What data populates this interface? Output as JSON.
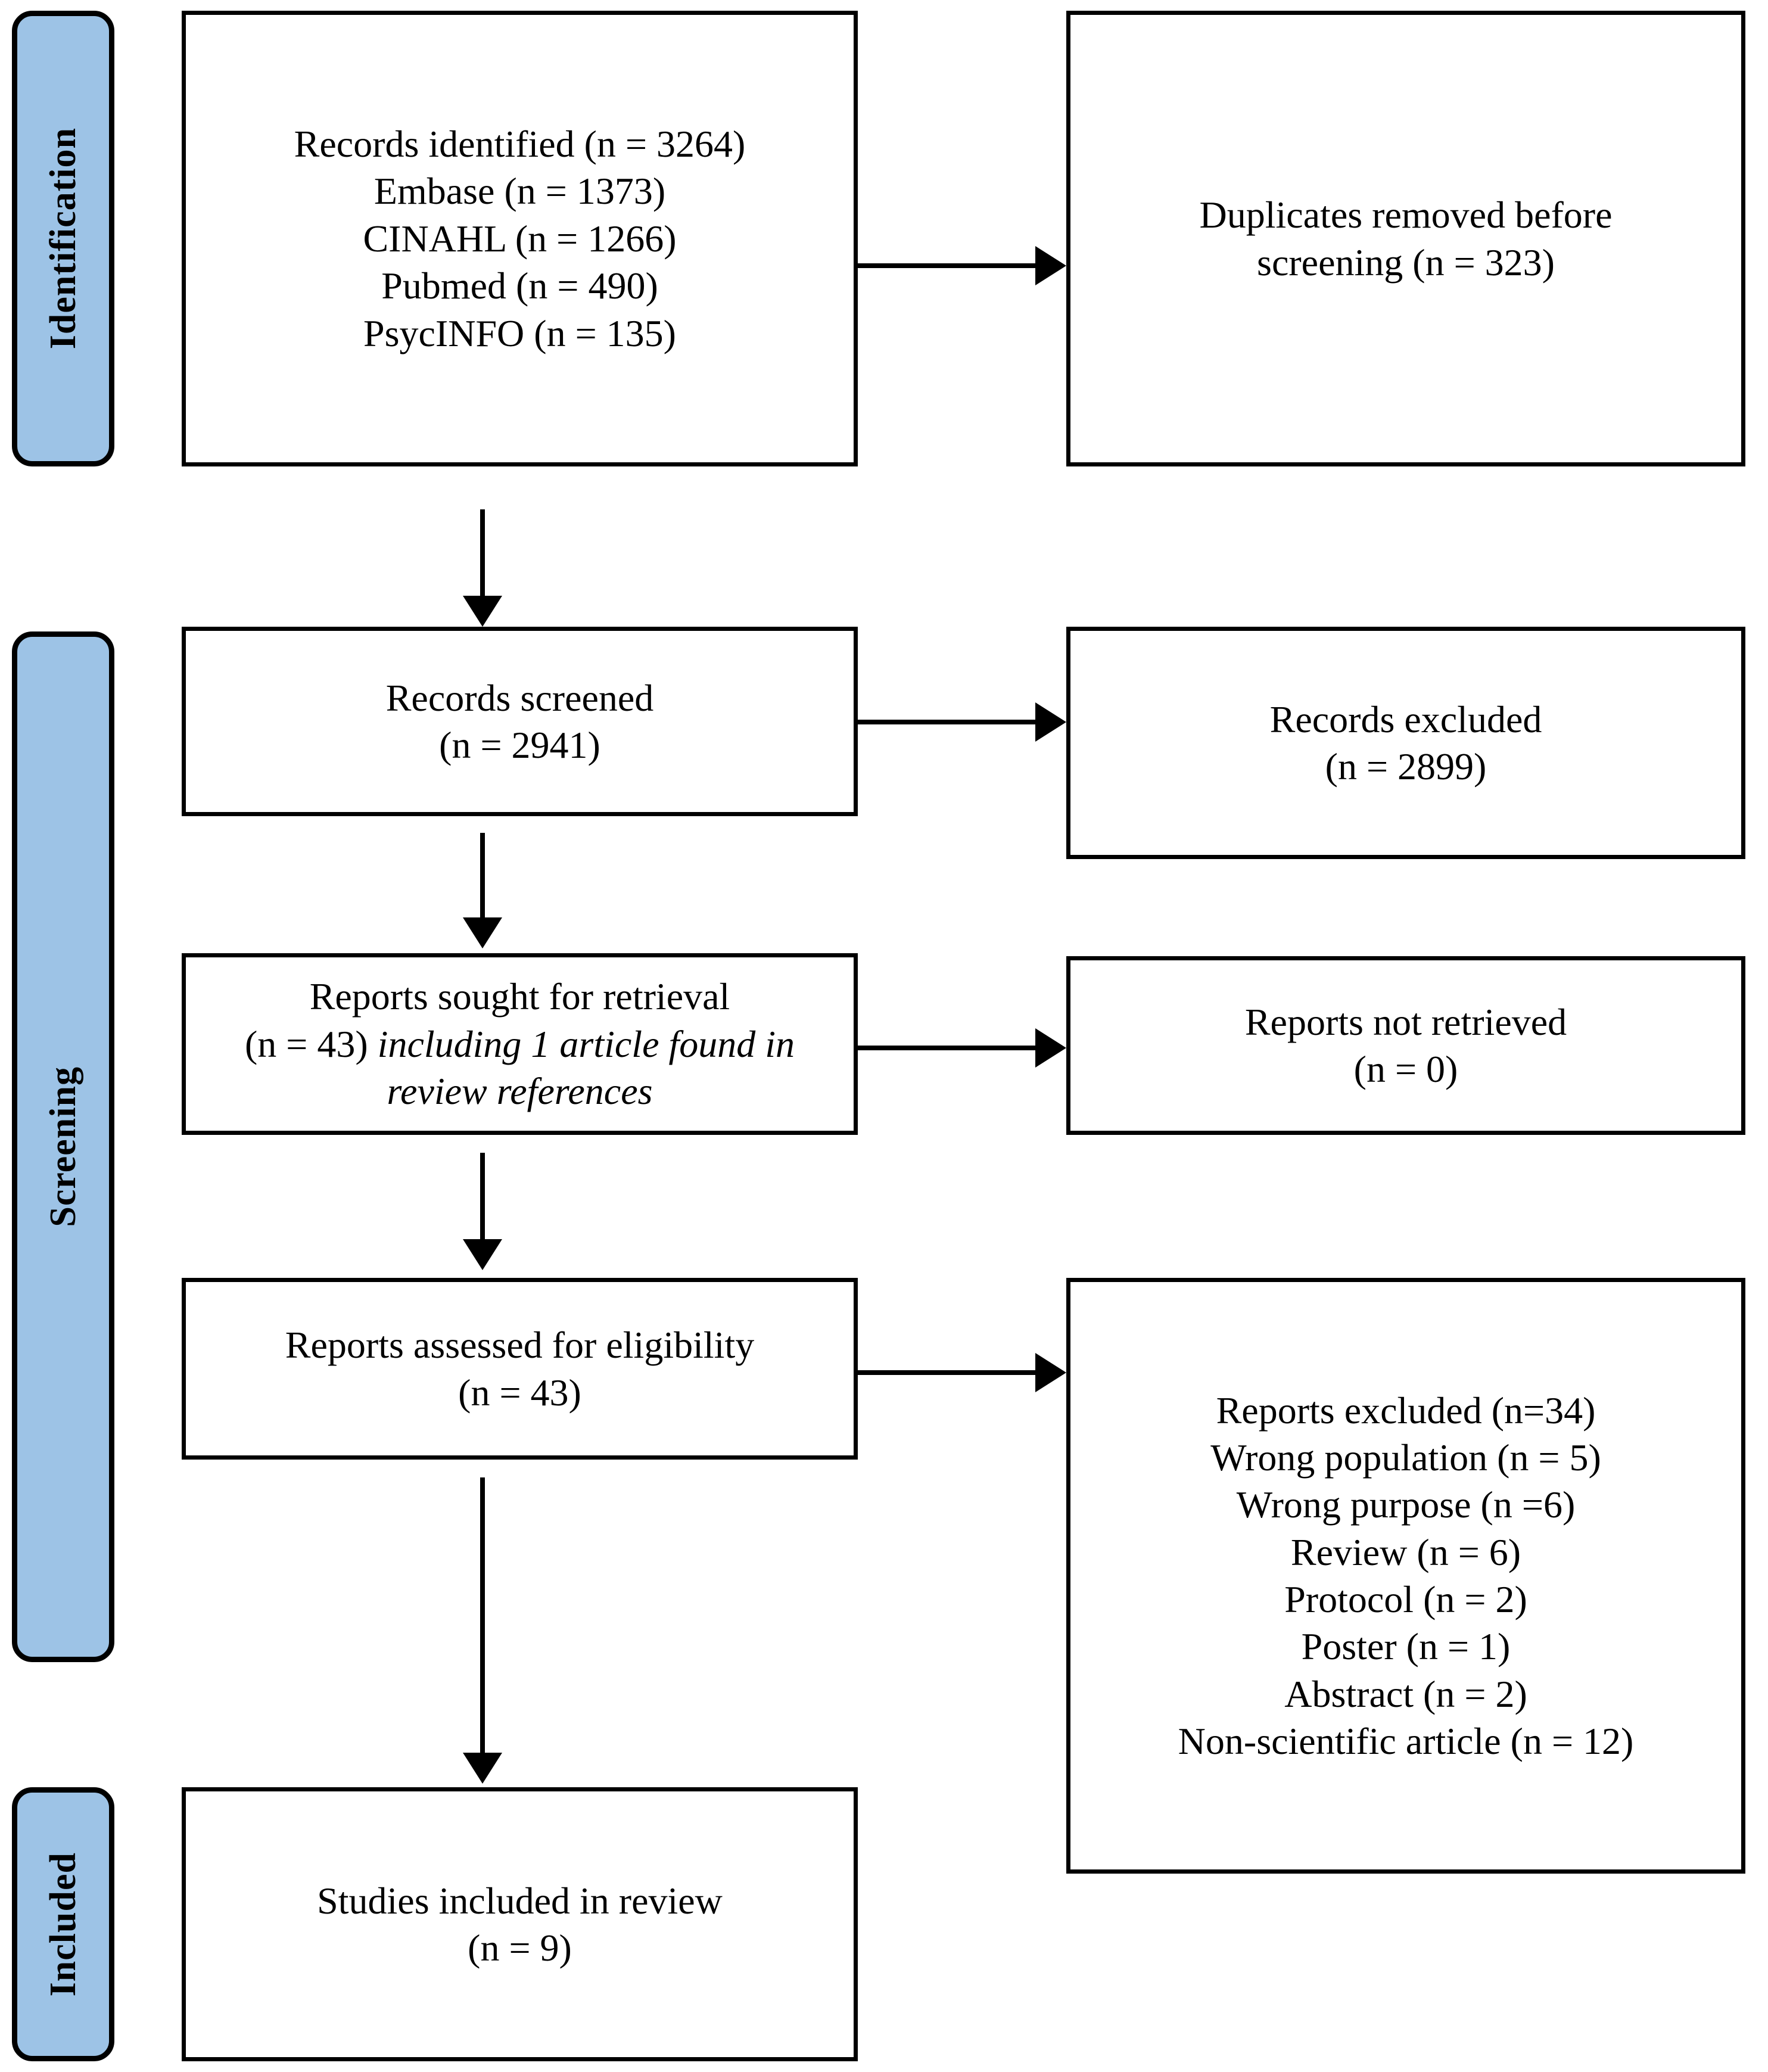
{
  "diagram": {
    "title": "PRISMA flow diagram",
    "accent_color": "#9DC3E6",
    "line_color": "#000000",
    "background_color": "#FFFFFF"
  },
  "stages": [
    {
      "id": "identification",
      "label": "Identification"
    },
    {
      "id": "screening",
      "label": "Screening"
    },
    {
      "id": "included",
      "label": "Included"
    }
  ],
  "boxes": {
    "records_identified": {
      "lines": [
        "Records identified (n = 3264)",
        "Embase (n = 1373)",
        "CINAHL (n = 1266)",
        "Pubmed (n = 490)",
        "PsycINFO (n = 135)"
      ]
    },
    "duplicates_removed": {
      "lines": [
        "Duplicates removed before",
        "screening (n = 323)"
      ]
    },
    "records_screened": {
      "lines": [
        "Records screened",
        "(n = 2941)"
      ]
    },
    "records_excluded": {
      "lines": [
        "Records excluded",
        "(n = 2899)"
      ]
    },
    "reports_sought": {
      "line1": "Reports sought for retrieval",
      "line2_plain": "(n = 43) ",
      "line2_italic": "including 1 article found in",
      "line3_italic": "review references"
    },
    "reports_not_retrieved": {
      "lines": [
        "Reports not retrieved",
        "(n = 0)"
      ]
    },
    "reports_assessed": {
      "lines": [
        "Reports assessed for eligibility",
        "(n = 43)"
      ]
    },
    "reports_excluded": {
      "lines": [
        "Reports excluded (n=34)",
        "Wrong population (n = 5)",
        "Wrong purpose (n =6)",
        "Review (n = 6)",
        "Protocol (n = 2)",
        "Poster (n = 1)",
        "Abstract (n = 2)",
        "Non-scientific article (n = 12)"
      ]
    },
    "studies_included": {
      "lines": [
        "Studies included in review",
        "(n = 9)"
      ]
    }
  },
  "chart_data": {
    "type": "flowchart",
    "title": "PRISMA 2020 study selection flow diagram",
    "nodes": [
      {
        "id": "records_identified",
        "stage": "Identification",
        "column": "left",
        "label": "Records identified",
        "n": 3264,
        "sources": [
          {
            "name": "Embase",
            "n": 1373
          },
          {
            "name": "CINAHL",
            "n": 1266
          },
          {
            "name": "Pubmed",
            "n": 490
          },
          {
            "name": "PsycINFO",
            "n": 135
          }
        ]
      },
      {
        "id": "duplicates_removed",
        "stage": "Identification",
        "column": "right",
        "label": "Duplicates removed before screening",
        "n": 323
      },
      {
        "id": "records_screened",
        "stage": "Screening",
        "column": "left",
        "label": "Records screened",
        "n": 2941
      },
      {
        "id": "records_excluded",
        "stage": "Screening",
        "column": "right",
        "label": "Records excluded",
        "n": 2899
      },
      {
        "id": "reports_sought",
        "stage": "Screening",
        "column": "left",
        "label": "Reports sought for retrieval",
        "n": 43,
        "note": "including 1 article found in review references"
      },
      {
        "id": "reports_not_retrieved",
        "stage": "Screening",
        "column": "right",
        "label": "Reports not retrieved",
        "n": 0
      },
      {
        "id": "reports_assessed",
        "stage": "Screening",
        "column": "left",
        "label": "Reports assessed for eligibility",
        "n": 43
      },
      {
        "id": "reports_excluded",
        "stage": "Screening",
        "column": "right",
        "label": "Reports excluded",
        "n": 34,
        "reasons": [
          {
            "name": "Wrong population",
            "n": 5
          },
          {
            "name": "Wrong purpose",
            "n": 6
          },
          {
            "name": "Review",
            "n": 6
          },
          {
            "name": "Protocol",
            "n": 2
          },
          {
            "name": "Poster",
            "n": 1
          },
          {
            "name": "Abstract",
            "n": 2
          },
          {
            "name": "Non-scientific article",
            "n": 12
          }
        ]
      },
      {
        "id": "studies_included",
        "stage": "Included",
        "column": "left",
        "label": "Studies included in review",
        "n": 9
      }
    ],
    "edges": [
      {
        "from": "records_identified",
        "to": "duplicates_removed",
        "direction": "right"
      },
      {
        "from": "records_identified",
        "to": "records_screened",
        "direction": "down"
      },
      {
        "from": "records_screened",
        "to": "records_excluded",
        "direction": "right"
      },
      {
        "from": "records_screened",
        "to": "reports_sought",
        "direction": "down"
      },
      {
        "from": "reports_sought",
        "to": "reports_not_retrieved",
        "direction": "right"
      },
      {
        "from": "reports_sought",
        "to": "reports_assessed",
        "direction": "down"
      },
      {
        "from": "reports_assessed",
        "to": "reports_excluded",
        "direction": "right"
      },
      {
        "from": "reports_assessed",
        "to": "studies_included",
        "direction": "down"
      }
    ]
  }
}
